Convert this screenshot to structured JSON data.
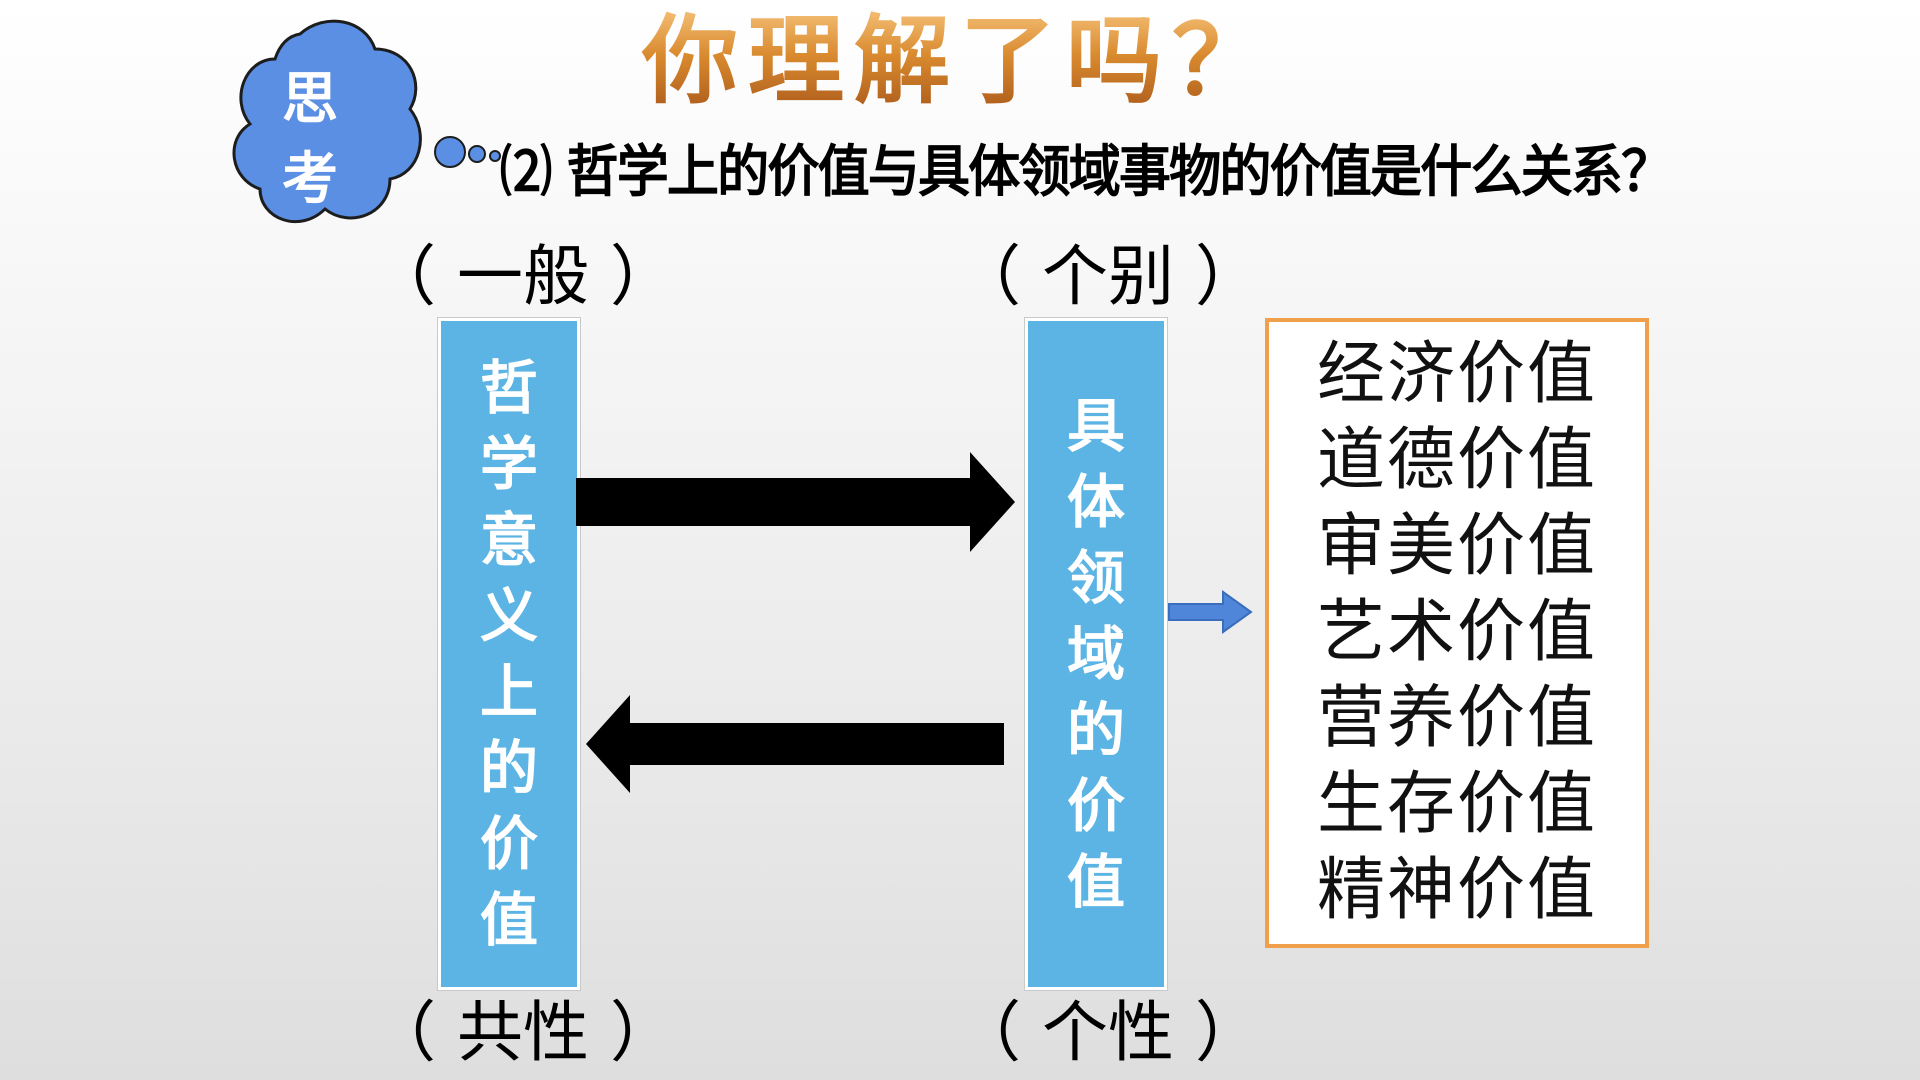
{
  "title": "你理解了吗？",
  "cloud_chars": [
    "思",
    "考"
  ],
  "question": "⑵ 哲学上的价值与具体领域事物的价值是什么关系？",
  "labels": {
    "general": "（ 一般 ）",
    "individual": "（ 个别 ）",
    "commonality": "（ 共性 ）",
    "particularity": "（ 个性 ）"
  },
  "left_box_chars": [
    "哲",
    "学",
    "意",
    "义",
    "上",
    "的",
    "价",
    "值"
  ],
  "right_box_chars": [
    "具",
    "体",
    "领",
    "域",
    "的",
    "价",
    "值"
  ],
  "values": [
    "经济价值",
    "道德价值",
    "审美价值",
    "艺术价值",
    "营养价值",
    "生存价值",
    "精神价值"
  ],
  "colors": {
    "title_gold": "#d98a2e",
    "cloud_blue": "#5b8fe3",
    "box_blue": "#5bb4e4",
    "value_border": "#f0a04b",
    "small_arrow": "#4f86d9"
  }
}
